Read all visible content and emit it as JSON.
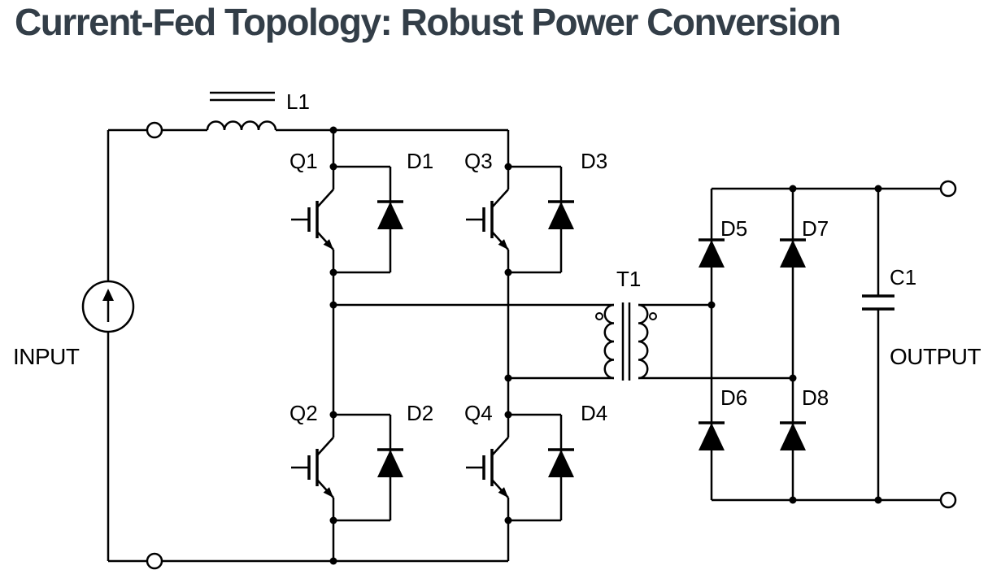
{
  "title": "Current-Fed Topology: Robust Power Conversion",
  "colors": {
    "title": "#333E48",
    "line": "#000000",
    "background": "#FFFFFF"
  },
  "schematic": {
    "input_label": "INPUT",
    "output_label": "OUTPUT",
    "components": {
      "inductor_l1": "L1",
      "transformer_t1": "T1",
      "capacitor_c1": "C1",
      "switch_q1": "Q1",
      "switch_q2": "Q2",
      "switch_q3": "Q3",
      "switch_q4": "Q4",
      "diode_d1": "D1",
      "diode_d2": "D2",
      "diode_d3": "D3",
      "diode_d4": "D4",
      "diode_d5": "D5",
      "diode_d6": "D6",
      "diode_d7": "D7",
      "diode_d8": "D8"
    }
  }
}
